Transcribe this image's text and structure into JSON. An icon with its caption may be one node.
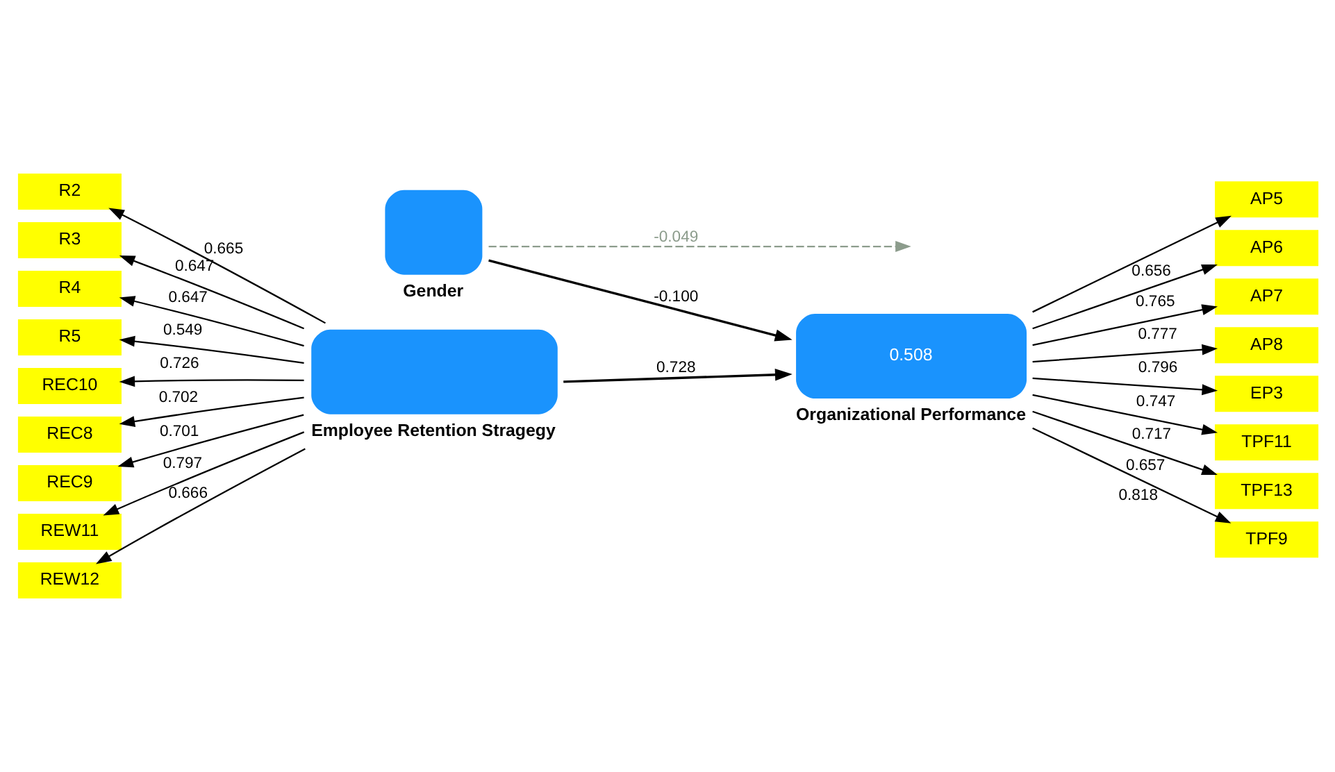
{
  "diagram": {
    "nodes": [
      {
        "text": [
          "Gender"
        ]
      },
      {
        "text": [
          "R2"
        ]
      },
      {
        "text": [
          "R3"
        ]
      },
      {
        "text": [
          "R4"
        ]
      },
      {
        "text": [
          "R5"
        ]
      },
      {
        "text": [
          "REC10"
        ]
      },
      {
        "text": [
          "REC8"
        ]
      },
      {
        "text": [
          "REC9"
        ]
      },
      {
        "text": [
          "REW11"
        ]
      },
      {
        "text": [
          "REW12"
        ]
      },
      {
        "text": [
          "Employee Retention Stragegy"
        ]
      },
      {
        "text": [
          "0.508",
          "Organizational Performance"
        ]
      },
      {
        "text": [
          "AP5"
        ]
      },
      {
        "text": [
          "AP6"
        ]
      },
      {
        "text": [
          "AP7"
        ]
      },
      {
        "text": [
          "AP8"
        ]
      },
      {
        "text": [
          "EP3"
        ]
      },
      {
        "text": [
          "TPF11"
        ]
      },
      {
        "text": [
          "TPF13"
        ]
      },
      {
        "text": [
          "TPF9"
        ]
      }
    ],
    "edges": [
      {
        "from": 0,
        "to": 11,
        "arrow": "to",
        "label": "-0.100"
      },
      {
        "from": 0,
        "to": null,
        "arrow": "to",
        "label": "-0.049",
        "style": "dashed",
        "color": "#8c9c8c"
      },
      {
        "from": 10,
        "to": 11,
        "arrow": "to",
        "label": "0.728"
      },
      {
        "from": 10,
        "to": 1,
        "arrow": "to",
        "label": "0.665"
      },
      {
        "from": 10,
        "to": 2,
        "arrow": "to",
        "label": "0.647"
      },
      {
        "from": 10,
        "to": 3,
        "arrow": "to",
        "label": "0.647"
      },
      {
        "from": 10,
        "to": 4,
        "arrow": "to",
        "label": "0.549"
      },
      {
        "from": 10,
        "to": 5,
        "arrow": "to",
        "label": "0.726"
      },
      {
        "from": 10,
        "to": 6,
        "arrow": "to",
        "label": "0.702"
      },
      {
        "from": 10,
        "to": 7,
        "arrow": "to",
        "label": "0.701"
      },
      {
        "from": 10,
        "to": 8,
        "arrow": "to",
        "label": "0.797"
      },
      {
        "from": 10,
        "to": 9,
        "arrow": "to",
        "label": "0.666"
      },
      {
        "from": 11,
        "to": 12,
        "arrow": "to",
        "label": "0.656"
      },
      {
        "from": 11,
        "to": 13,
        "arrow": "to",
        "label": "0.765"
      },
      {
        "from": 11,
        "to": 14,
        "arrow": "to",
        "label": "0.777"
      },
      {
        "from": 11,
        "to": 15,
        "arrow": "to",
        "label": "0.796"
      },
      {
        "from": 11,
        "to": 16,
        "arrow": "to",
        "label": "0.747"
      },
      {
        "from": 11,
        "to": 17,
        "arrow": "to",
        "label": "0.717"
      },
      {
        "from": 11,
        "to": 18,
        "arrow": "to",
        "label": "0.657"
      },
      {
        "from": 11,
        "to": 19,
        "arrow": "to",
        "label": "0.818"
      }
    ]
  }
}
